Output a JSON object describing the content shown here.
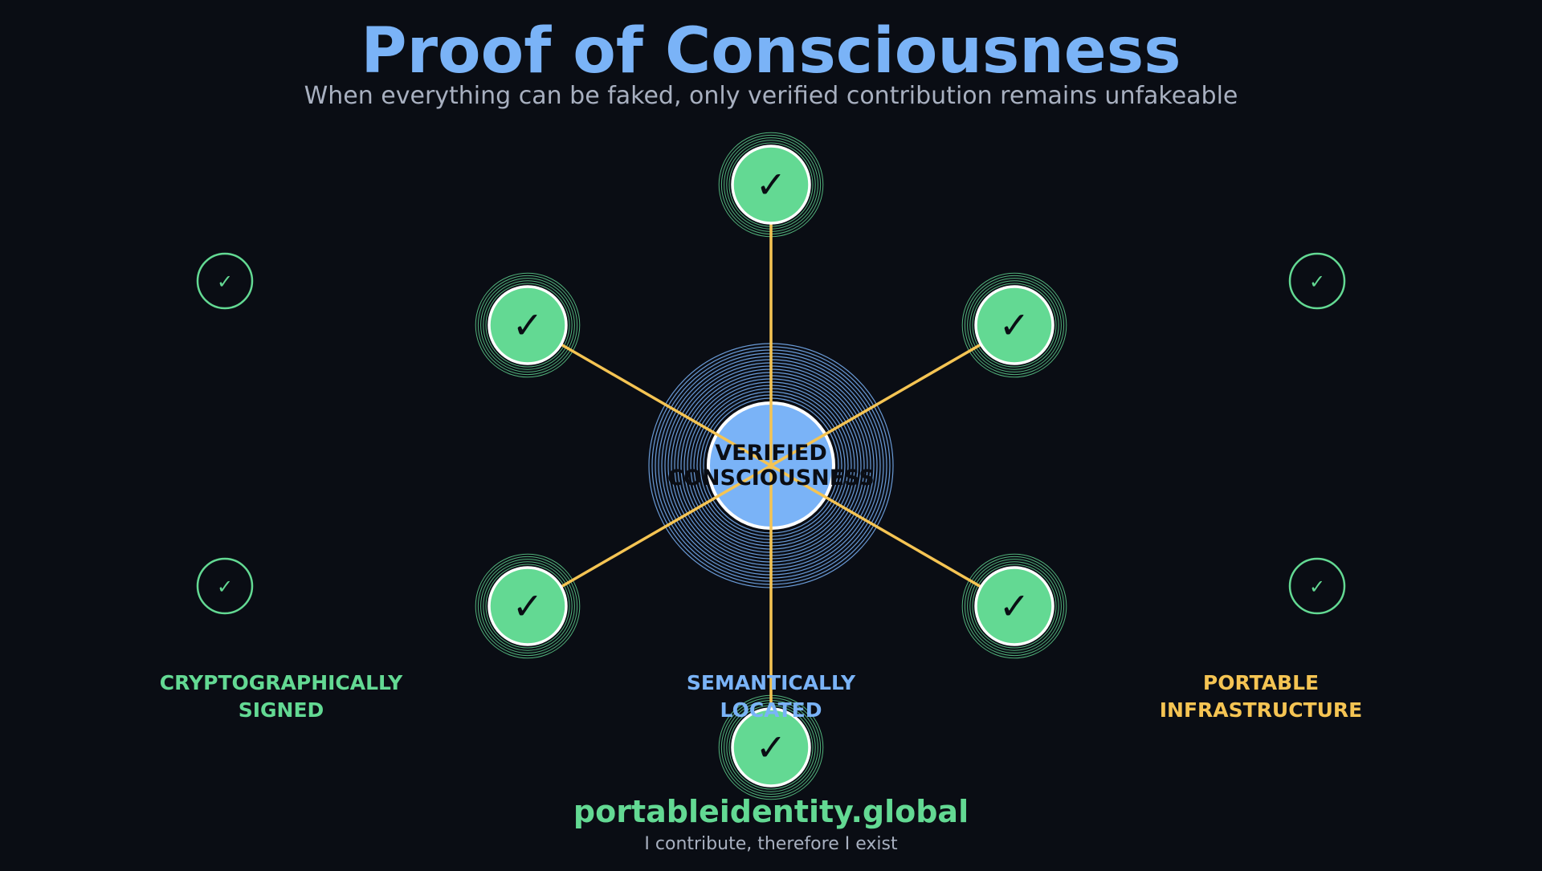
{
  "header": {
    "title": "Proof of Consciousness",
    "subtitle": "When everything can be faked, only verified contribution remains unfakeable"
  },
  "center": {
    "line1": "VERIFIED",
    "line2": "CONSCIOUSNESS",
    "color": "#7ab3f7"
  },
  "nodes": {
    "check_glyph": "✓",
    "count": 6,
    "color": "#63d993",
    "connector_color": "#f5c453"
  },
  "side_badges": {
    "check_glyph": "✓",
    "color": "#63d993"
  },
  "pillars": [
    {
      "line1": "CRYPTOGRAPHICALLY",
      "line2": "SIGNED",
      "color": "#63d993"
    },
    {
      "line1": "SEMANTICALLY",
      "line2": "LOCATED",
      "color": "#7ab3f7"
    },
    {
      "line1": "PORTABLE",
      "line2": "INFRASTRUCTURE",
      "color": "#f5c453"
    }
  ],
  "footer": {
    "url": "portableidentity.global",
    "tagline": "I contribute, therefore I exist"
  },
  "colors": {
    "background": "#0a0d14",
    "accent_blue": "#7ab3f7",
    "accent_green": "#63d993",
    "accent_gold": "#f5c453",
    "muted_text": "#a8b0c0"
  }
}
